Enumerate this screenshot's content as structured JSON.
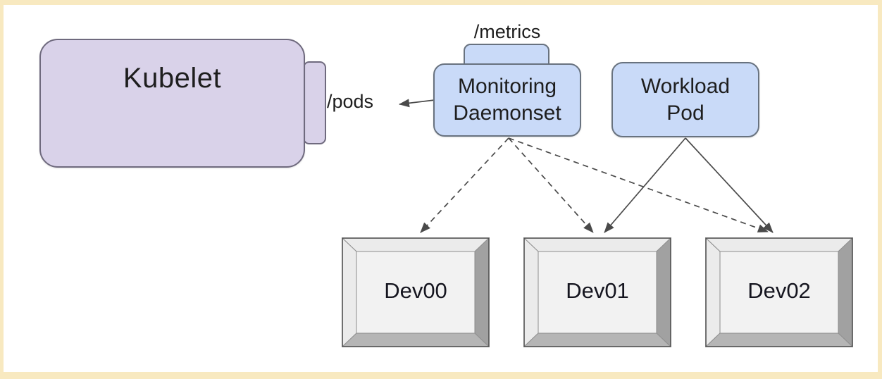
{
  "colors": {
    "frame_border": "#f8e9c0",
    "canvas_background": "#ffffff",
    "kubelet_fill": "#d9d2e9",
    "pod_box_fill": "#c9daf8",
    "device_face": "#f2f2f2",
    "device_bevel_light": "#ebebeb",
    "device_bevel_right": "#a1a1a1",
    "device_bevel_bottom": "#b5b5b5",
    "arrow_stroke": "#4a4a4a"
  },
  "nodes": {
    "kubelet": {
      "label": "Kubelet"
    },
    "pods_endpoint": {
      "label": "/pods"
    },
    "metrics_endpoint": {
      "label": "/metrics"
    },
    "monitoring_daemonset": {
      "label_line1": "Monitoring",
      "label_line2": "Daemonset"
    },
    "workload_pod": {
      "label_line1": "Workload",
      "label_line2": "Pod"
    },
    "devices": [
      {
        "label": "Dev00"
      },
      {
        "label": "Dev01"
      },
      {
        "label": "Dev02"
      }
    ]
  },
  "edges": [
    {
      "from": "monitoring_daemonset",
      "to": "kubelet",
      "via": "/pods",
      "style": "solid-arrow"
    },
    {
      "from": "monitoring_daemonset",
      "to": "Dev00",
      "style": "dashed-arrow"
    },
    {
      "from": "monitoring_daemonset",
      "to": "Dev01",
      "style": "dashed-arrow"
    },
    {
      "from": "monitoring_daemonset",
      "to": "Dev02",
      "style": "dashed-arrow"
    },
    {
      "from": "workload_pod",
      "to": "Dev01",
      "style": "solid-arrow"
    },
    {
      "from": "workload_pod",
      "to": "Dev02",
      "style": "solid-arrow"
    }
  ]
}
